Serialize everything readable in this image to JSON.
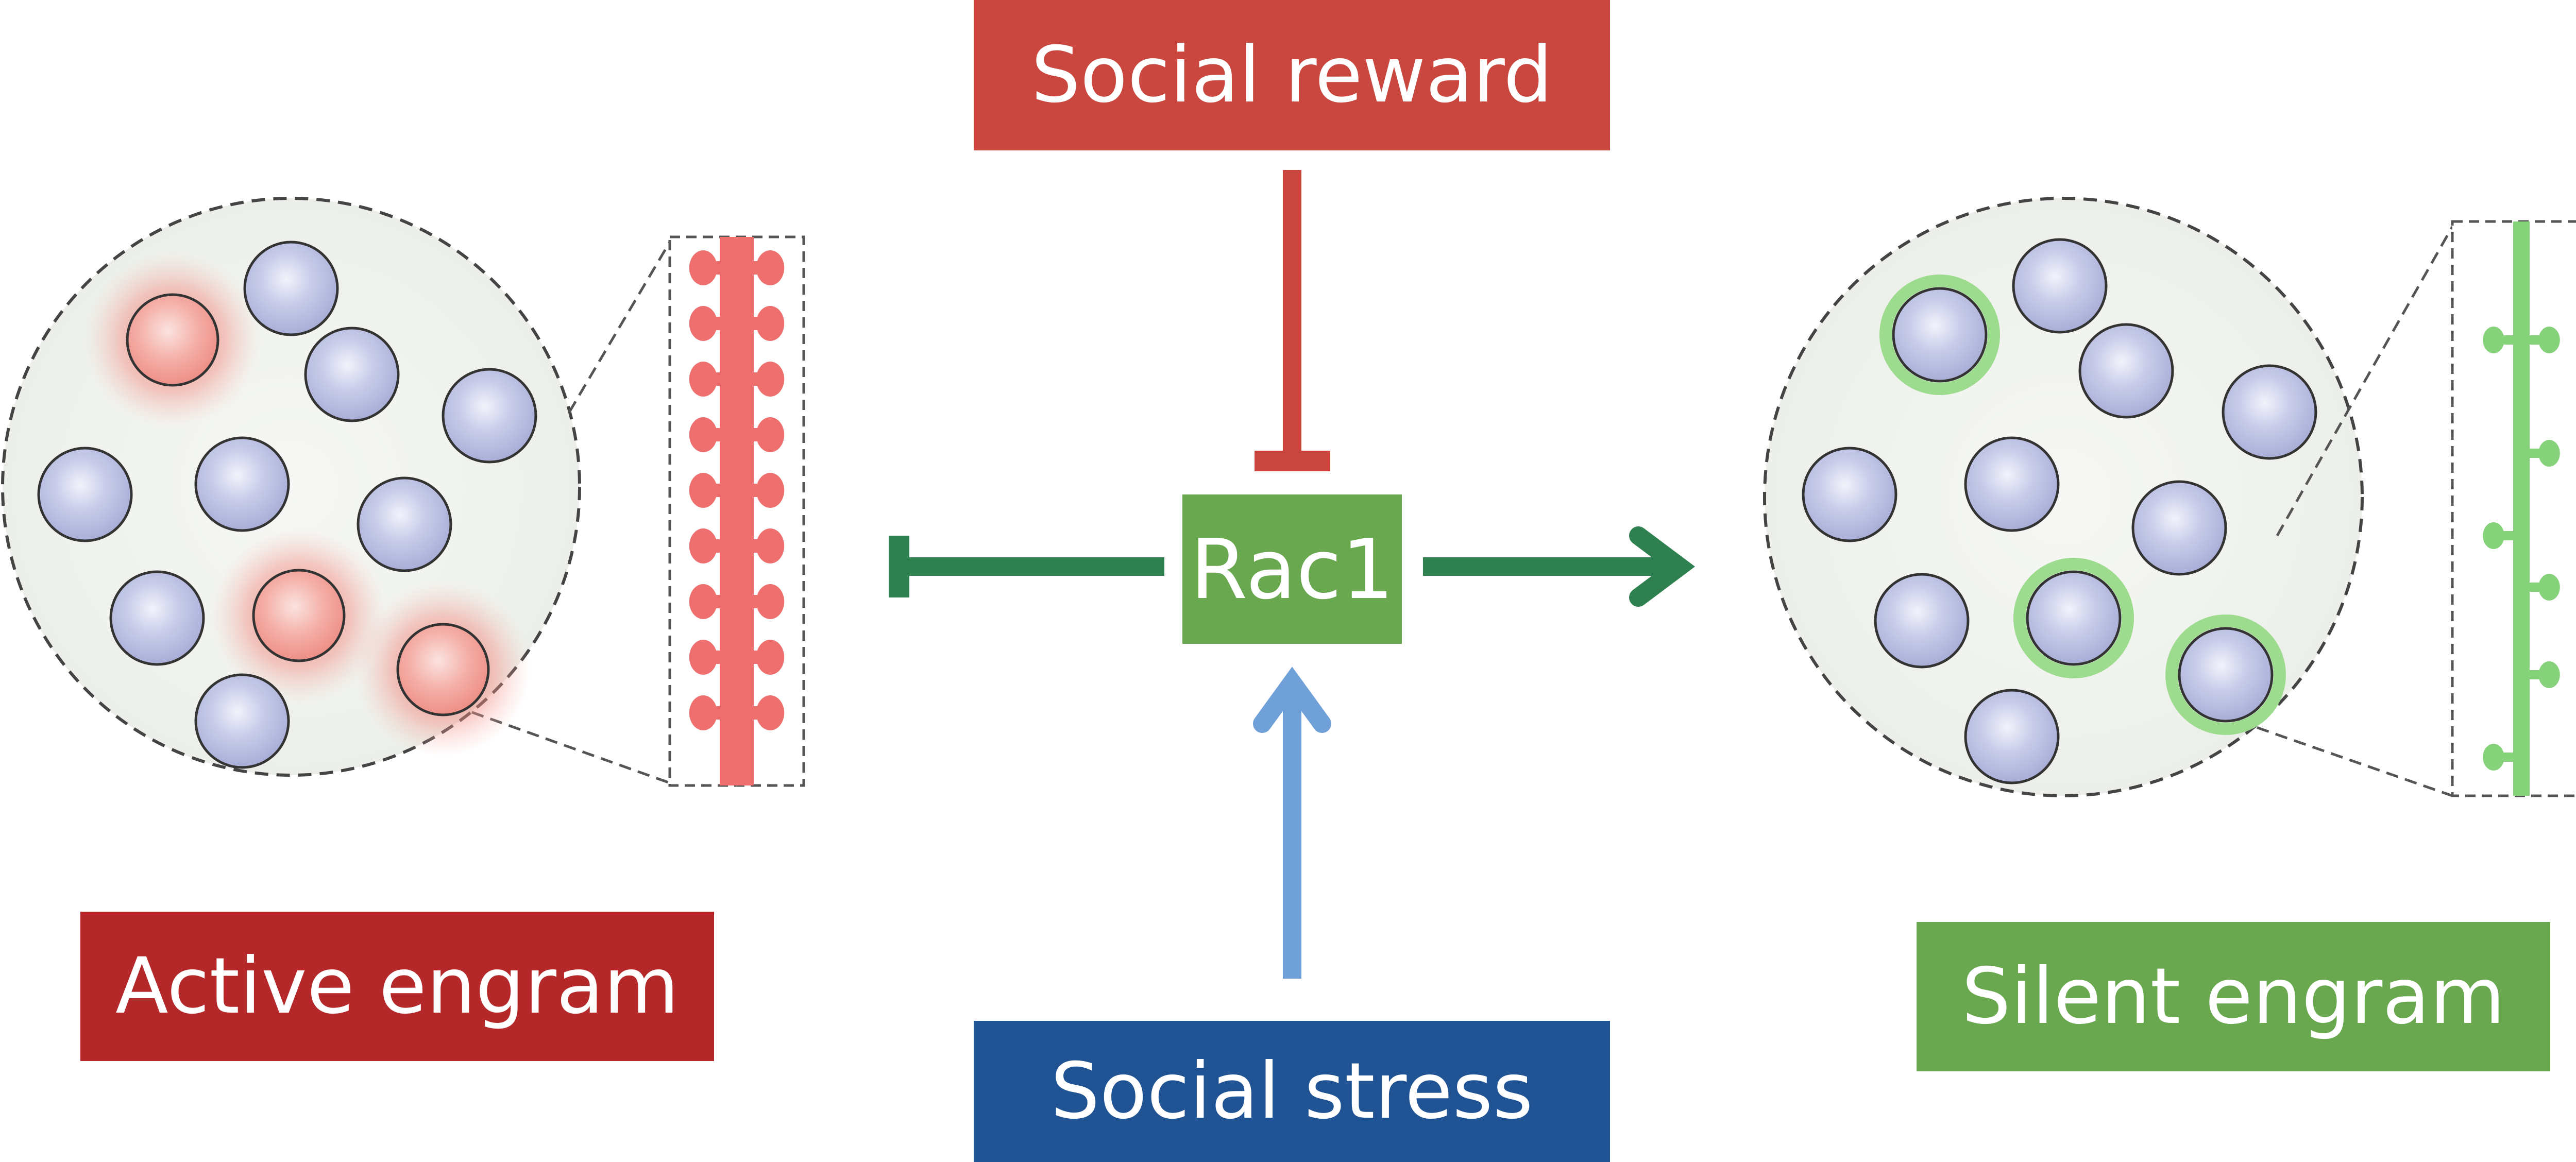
{
  "labels": {
    "social_reward": "Social reward",
    "rac1": "Rac1",
    "social_stress": "Social stress",
    "active_engram": "Active engram",
    "silent_engram": "Silent engram"
  },
  "colors": {
    "reward_red": "#c9473f",
    "rac1_green": "#6aa84f",
    "stress_blue": "#1f5393",
    "active_red": "#b5282a",
    "silent_green": "#6aa84f",
    "arrow_green": "#2e8050",
    "arrow_blue": "#6fa0d8",
    "spine_red": "#ee6f6e",
    "spine_green": "#86d27a",
    "cell_blue": "#c8cce8",
    "cell_glow_red": "#f08a84"
  }
}
